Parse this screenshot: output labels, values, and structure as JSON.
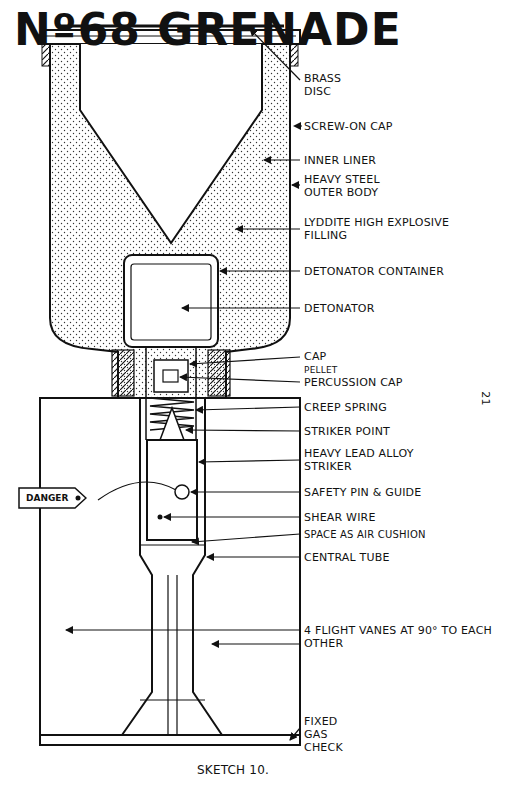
{
  "diagram": {
    "title": "Nº68 GRENADE",
    "caption": "SKETCH 10.",
    "nodes": [
      {
        "text": [
          "DANGER"
        ]
      }
    ],
    "labels": [
      "BRASS DISC",
      "SCREW-ON CAP",
      "INNER LINER",
      "HEAVY STEEL OUTER BODY",
      "LYDDITE HIGH EXPLOSIVE FILLING",
      "DETONATOR CONTAINER",
      "DETONATOR",
      "CAP",
      "PELLET",
      "PERCUSSION CAP",
      "CREEP SPRING",
      "STRIKER POINT",
      "HEAVY LEAD ALLOY STRIKER",
      "SAFETY PIN & GUIDE",
      "SHEAR WIRE",
      "SPACE AS AIR CUSHION",
      "CENTRAL TUBE",
      "4 FLIGHT VANES AT 90° TO EACH OTHER",
      "FIXED GAS CHECK",
      "21"
    ]
  }
}
